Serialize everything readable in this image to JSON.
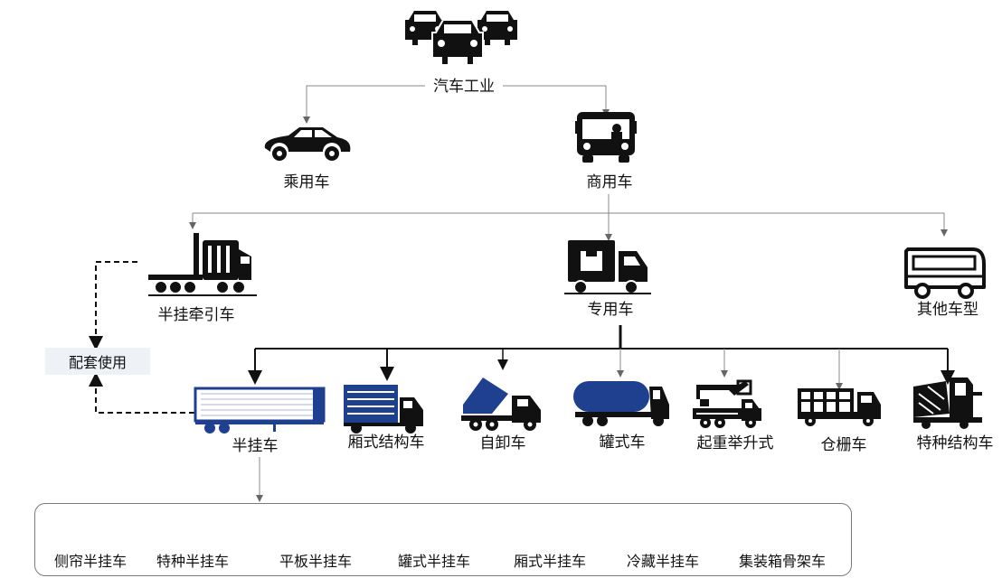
{
  "root": {
    "label": "汽车工业",
    "icon": "cars-group-icon"
  },
  "level1": [
    {
      "label": "乘用车",
      "icon": "passenger-car-icon"
    },
    {
      "label": "商用车",
      "icon": "bus-front-icon"
    }
  ],
  "commercial_children": [
    {
      "label": "半挂牵引车",
      "icon": "tractor-truck-icon"
    },
    {
      "label": "专用车",
      "icon": "delivery-truck-icon"
    },
    {
      "label": "其他车型",
      "icon": "bus-icon"
    }
  ],
  "pairing": {
    "label": "配套使用"
  },
  "special_vehicles": [
    {
      "label": "半挂车",
      "icon": "semi-trailer-icon"
    },
    {
      "label": "厢式结构车",
      "icon": "box-truck-icon"
    },
    {
      "label": "自卸车",
      "icon": "dump-truck-icon"
    },
    {
      "label": "罐式车",
      "icon": "tanker-truck-icon"
    },
    {
      "label": "起重举升式",
      "icon": "crane-truck-icon"
    },
    {
      "label": "仓栅车",
      "icon": "stake-truck-icon"
    },
    {
      "label": "特种结构车",
      "icon": "sweeper-truck-icon"
    }
  ],
  "semi_trailer_types": [
    {
      "label": "侧帘半挂车",
      "icon": "curtain-semi-trailer-icon"
    },
    {
      "label": "特种半挂车",
      "icon": "car-carrier-trailer-icon"
    },
    {
      "label": "平板半挂车",
      "icon": "flatbed-trailer-icon"
    },
    {
      "label": "罐式半挂车",
      "icon": "tank-semi-trailer-icon"
    },
    {
      "label": "厢式半挂车",
      "icon": "box-semi-trailer-icon"
    },
    {
      "label": "冷藏半挂车",
      "icon": "refrigerated-trailer-icon"
    },
    {
      "label": "集装箱骨架车",
      "icon": "container-chassis-icon"
    }
  ],
  "colors": {
    "icon_black": "#111111",
    "icon_blue": "#1f3f8f",
    "line": "#888888",
    "box_bg": "#eef1f5"
  }
}
